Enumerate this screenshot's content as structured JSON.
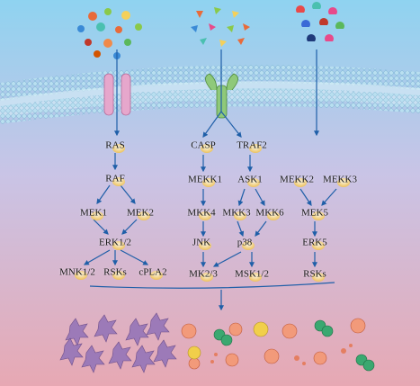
{
  "diagram": {
    "pathway_left": {
      "nodes": [
        "RAS",
        "RAF",
        "MEK1",
        "MEK2",
        "ERK1/2",
        "MNK1/2",
        "RSKs",
        "cPLA2"
      ]
    },
    "pathway_middle": {
      "nodes": [
        "CASP",
        "TRAF2",
        "MEKK1",
        "ASK1",
        "MKK4",
        "MKK3",
        "MKK6",
        "JNK",
        "p38",
        "MK2/3",
        "MSK1/2"
      ]
    },
    "pathway_right": {
      "nodes": [
        "MEKK2",
        "MEKK3",
        "MEK5",
        "ERK5",
        "RSKs"
      ]
    }
  },
  "colors": {
    "background_top": "#8fd3f0",
    "background_bottom": "#e7a8b3",
    "arrow": "#1f5fa8",
    "node_blob": "#f3c85a",
    "channel": "#e6a7cc",
    "receptor": "#8fc97a"
  }
}
